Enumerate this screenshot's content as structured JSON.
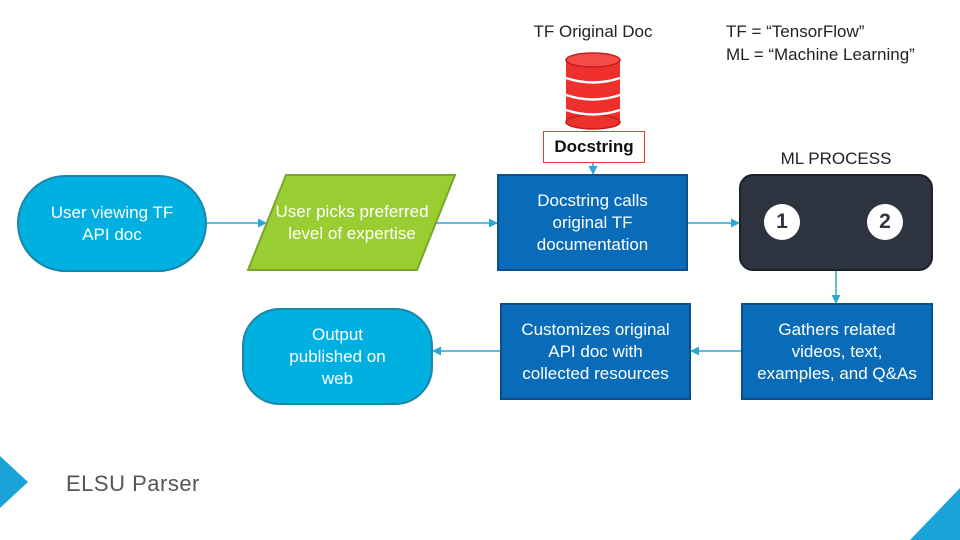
{
  "definitions": {
    "line1": "TF = “TensorFlow”",
    "line2": "ML = “Machine Learning”"
  },
  "database": {
    "title": "TF Original Doc",
    "label": "Docstring",
    "color": "#f0302c"
  },
  "nodes": {
    "user_viewing": "User viewing TF API doc",
    "user_picks": "User picks preferred level of expertise",
    "docstring_calls": "Docstring calls original TF documentation",
    "ml_process_title": "ML PROCESS",
    "ml_step_1": "1",
    "ml_step_2": "2",
    "gathers": "Gathers related videos, text, examples, and Q&As",
    "customizes": "Customizes original API doc with collected resources",
    "output": "Output published on web"
  },
  "footer": {
    "title": "ELSU Parser"
  },
  "colors": {
    "terminal": "#00b0e0",
    "process": "#0a6cb8",
    "input": "#9acd32",
    "ml_box": "#2e3340",
    "arrow": "#29a8d6"
  }
}
